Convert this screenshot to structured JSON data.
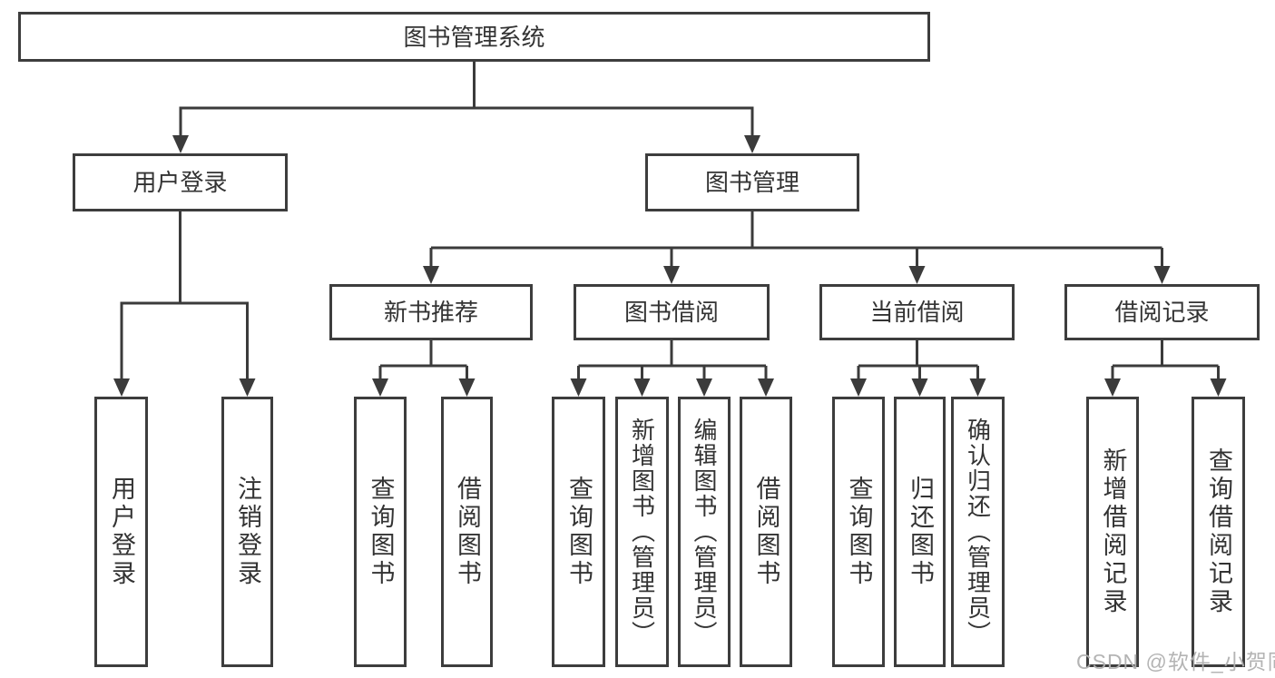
{
  "diagram": {
    "title": "图书管理系统",
    "branches": [
      {
        "label": "用户登录",
        "children": [
          {
            "label": "用户登录"
          },
          {
            "label": "注销登录"
          }
        ]
      },
      {
        "label": "图书管理",
        "children": [
          {
            "label": "新书推荐",
            "children": [
              {
                "label": "查询图书"
              },
              {
                "label": "借阅图书"
              }
            ]
          },
          {
            "label": "图书借阅",
            "children": [
              {
                "label": "查询图书"
              },
              {
                "label": "新增图书（管理员）"
              },
              {
                "label": "编辑图书（管理员）"
              },
              {
                "label": "借阅图书"
              }
            ]
          },
          {
            "label": "当前借阅",
            "children": [
              {
                "label": "查询图书"
              },
              {
                "label": "归还图书"
              },
              {
                "label": "确认归还（管理员）"
              }
            ]
          },
          {
            "label": "借阅记录",
            "children": [
              {
                "label": "新增借阅记录"
              },
              {
                "label": "查询借阅记录"
              }
            ]
          }
        ]
      }
    ]
  },
  "watermark": "CSDN @软件_小贺同学"
}
